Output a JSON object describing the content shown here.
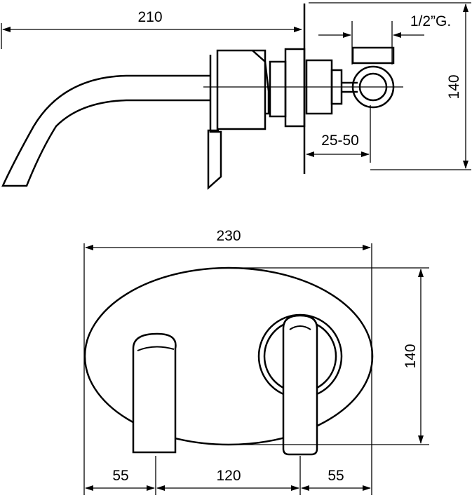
{
  "drawing": {
    "side_view": {
      "spout_length": "210",
      "thread_size": "1/2”G.",
      "height": "140",
      "wall_depth": "25-50"
    },
    "front_view": {
      "plate_width": "230",
      "plate_height": "140",
      "left_margin": "55",
      "spout_spacing": "120",
      "right_margin": "55"
    }
  },
  "colors": {
    "line": "#000000",
    "background": "#ffffff"
  }
}
